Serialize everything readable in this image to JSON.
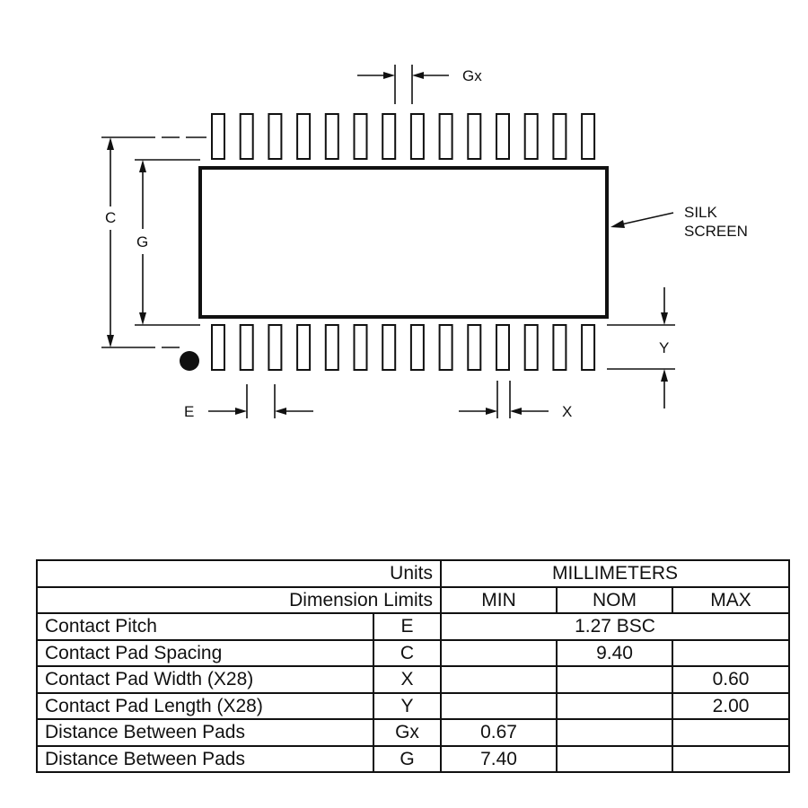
{
  "drawing": {
    "labels": {
      "gx": "Gx",
      "c": "C",
      "g": "G",
      "silk_line1": "SILK",
      "silk_line2": "SCREEN",
      "y": "Y",
      "e": "E",
      "x": "X"
    },
    "pads_per_row": 14
  },
  "table": {
    "units_label": "Units",
    "units_value": "MILLIMETERS",
    "dimension_limits_label": "Dimension Limits",
    "col_min": "MIN",
    "col_nom": "NOM",
    "col_max": "MAX",
    "rows": [
      {
        "name": "Contact Pitch",
        "symbol": "E",
        "min": "",
        "nom": "1.27 BSC",
        "max": "",
        "merged": true
      },
      {
        "name": "Contact Pad Spacing",
        "symbol": "C",
        "min": "",
        "nom": "9.40",
        "max": ""
      },
      {
        "name": "Contact Pad Width (X28)",
        "symbol": "X",
        "min": "",
        "nom": "",
        "max": "0.60"
      },
      {
        "name": "Contact Pad Length (X28)",
        "symbol": "Y",
        "min": "",
        "nom": "",
        "max": "2.00"
      },
      {
        "name": "Distance Between Pads",
        "symbol": "Gx",
        "min": "0.67",
        "nom": "",
        "max": ""
      },
      {
        "name": "Distance Between Pads",
        "symbol": "G",
        "min": "7.40",
        "nom": "",
        "max": ""
      }
    ]
  }
}
